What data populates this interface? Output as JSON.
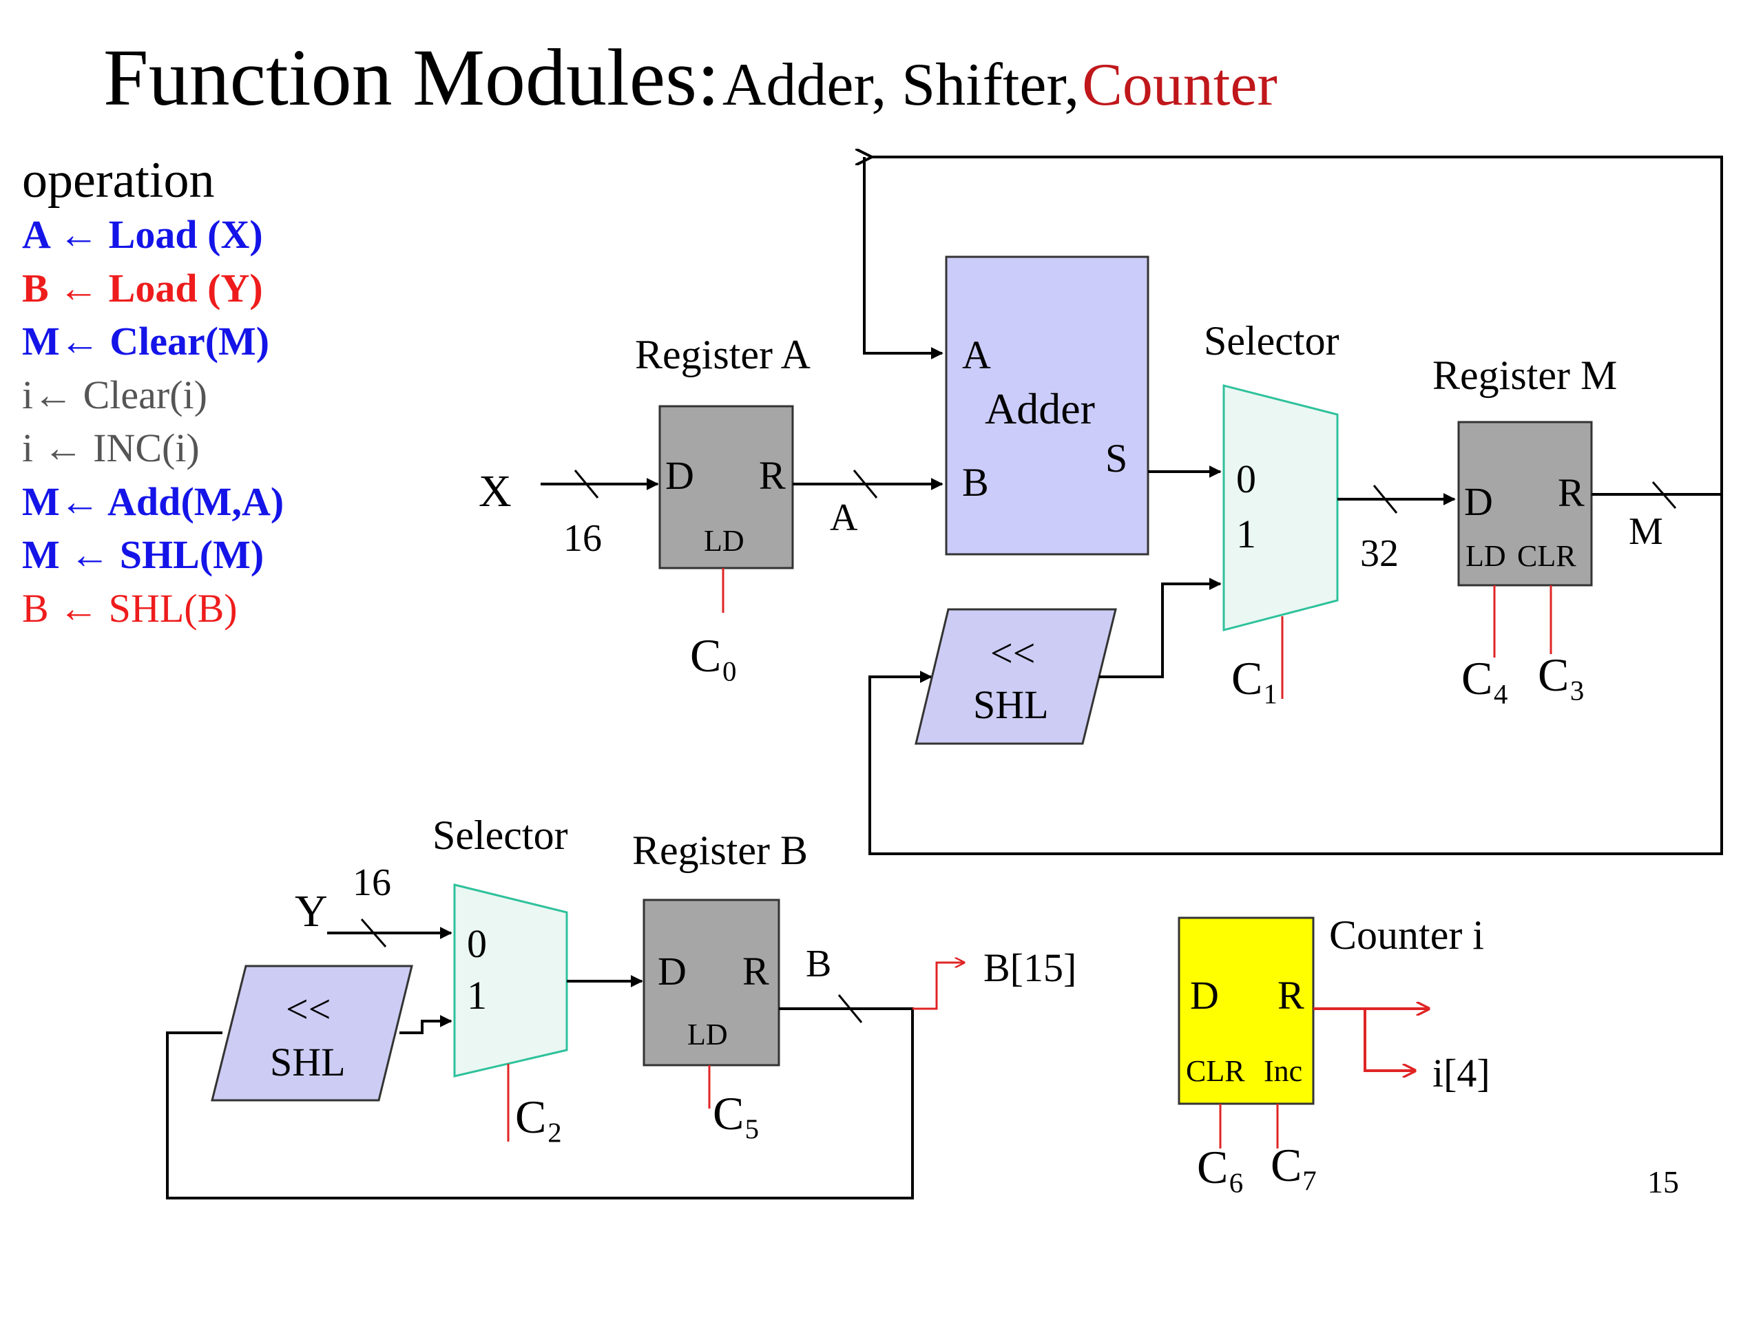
{
  "title": {
    "main": "Function Modules:",
    "sub": "Adder, Shifter,",
    "highlight": "Counter"
  },
  "operations": {
    "heading": "operation",
    "items": [
      {
        "text": "A ← Load (X)"
      },
      {
        "text": "B ← Load (Y)"
      },
      {
        "text": "M← Clear(M)"
      },
      {
        "text": "i← Clear(i)"
      },
      {
        "text": "i ← INC(i)"
      },
      {
        "text": "M← Add(M,A)"
      },
      {
        "text": "M ← SHL(M)"
      },
      {
        "text": "B ← SHL(B)"
      }
    ]
  },
  "diagram": {
    "register_a": {
      "name": "Register A",
      "d": "D",
      "r": "R",
      "ld": "LD",
      "input": "X",
      "width": "16",
      "output": "A",
      "control": "C₀"
    },
    "adder": {
      "name": "Adder",
      "in_a": "A",
      "in_b": "B",
      "out_s": "S"
    },
    "selector_top": {
      "name": "Selector",
      "in0": "0",
      "in1": "1",
      "width": "32",
      "control": "C₁"
    },
    "register_m": {
      "name": "Register M",
      "d": "D",
      "r": "R",
      "ld": "LD",
      "clr": "CLR",
      "output": "M",
      "control_ld": "C₄",
      "control_clr": "C₃"
    },
    "shl_top": {
      "symbol": "<<",
      "name": "SHL"
    },
    "selector_bottom": {
      "name": "Selector",
      "in0": "0",
      "in1": "1",
      "input": "Y",
      "width": "16",
      "control": "C₂"
    },
    "register_b": {
      "name": "Register B",
      "d": "D",
      "r": "R",
      "ld": "LD",
      "output": "B",
      "tap": "B[15]",
      "control": "C₅"
    },
    "shl_bottom": {
      "symbol": "<<",
      "name": "SHL"
    },
    "counter": {
      "name": "Counter i",
      "d": "D",
      "r": "R",
      "clr": "CLR",
      "inc": "Inc",
      "tap": "i[4]",
      "control_clr": "C₆",
      "control_inc": "C₇"
    }
  },
  "page_number": "15",
  "colors": {
    "register_gray": "#a6a6a6",
    "adder_fill": "#ccccfa",
    "shl_fill": "#ccccf4",
    "selector_fill": "#eaf7f3",
    "selector_stroke": "#2ec19b",
    "counter_fill": "#ffff00",
    "control_red": "#e02424",
    "title_red": "#c0171b",
    "op_blue": "#1414e8",
    "op_red": "#ee1c1c",
    "op_gray": "#555555"
  }
}
